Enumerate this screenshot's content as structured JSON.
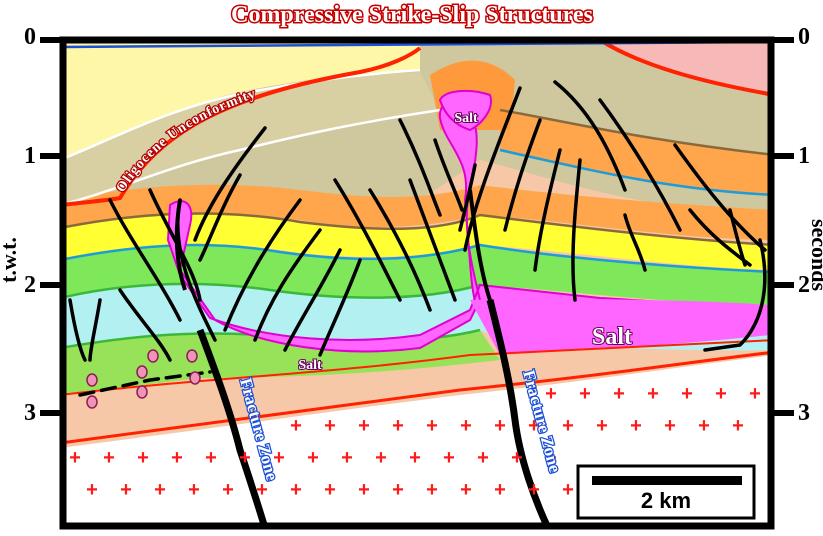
{
  "title": "Compressive Strike-Slip Structures",
  "left_axis": {
    "title": "t.w.t.",
    "ticks": [
      "0",
      "1",
      "2",
      "3"
    ]
  },
  "right_axis": {
    "title": "seconds",
    "ticks": [
      "0",
      "1",
      "2",
      "3"
    ]
  },
  "labels": {
    "unconformity": "Oligocene Unconformity",
    "salt_diapir": "Salt",
    "salt_main": "Salt",
    "salt_left": "Salt",
    "fracture_zone_left": "Fracture Zone",
    "fracture_zone_right": "Fracture Zone"
  },
  "scale_bar": {
    "label": "2 km"
  },
  "colors": {
    "salt": "#ff66ff",
    "basement_plus": "#ff1a1a",
    "fault": "#000000",
    "unconformity": "#ff2200",
    "sea_level": "#1b4fd6"
  }
}
